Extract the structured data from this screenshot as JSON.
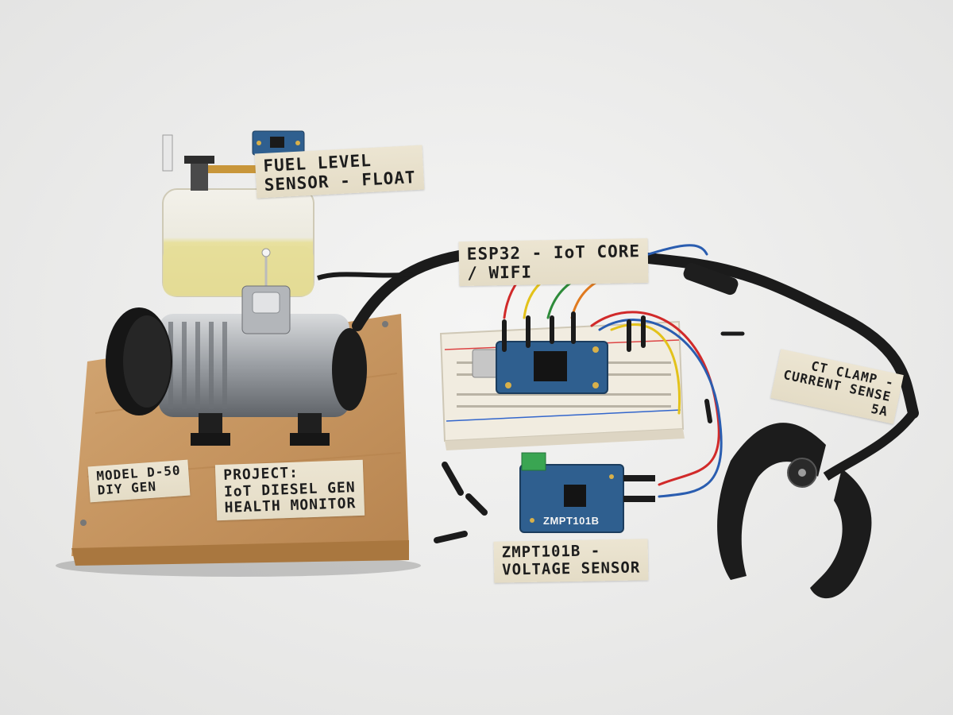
{
  "labels": {
    "fuel_sensor": [
      "FUEL LEVEL",
      "SENSOR - FLOAT"
    ],
    "esp32": [
      "ESP32 - IoT CORE",
      "/ WIFI"
    ],
    "ct_clamp": [
      "CT CLAMP -",
      "CURRENT SENSE",
      "5A"
    ],
    "model": [
      "MODEL D-50",
      "DIY GEN"
    ],
    "project": [
      "PROJECT:",
      "IoT DIESEL GEN",
      "HEALTH MONITOR"
    ],
    "zmpt_tape": [
      "ZMPT101B -",
      "VOLTAGE SENSOR"
    ],
    "zmpt_board": "ZMPT101B"
  },
  "colors": {
    "background": "#efefee",
    "wood": "#c79a63",
    "pcb": "#2f5f8f",
    "tape": "#e8e0ca",
    "wire_red": "#d12a2a",
    "wire_yellow": "#e3c21a",
    "wire_green": "#2e8b3a",
    "wire_blue": "#2a5db0",
    "wire_orange": "#e07a1f",
    "fuel": "#e9e2a4"
  }
}
